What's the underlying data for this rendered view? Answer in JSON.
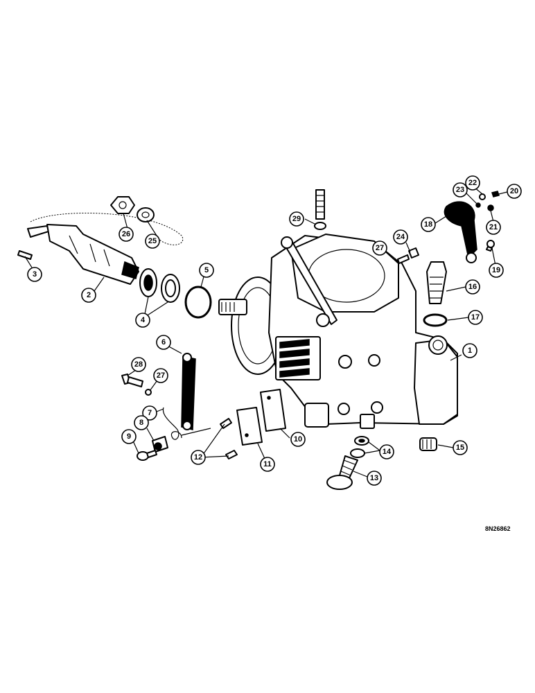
{
  "callouts": [
    "1",
    "2",
    "3",
    "4",
    "5",
    "6",
    "7",
    "8",
    "9",
    "10",
    "11",
    "12",
    "13",
    "14",
    "15",
    "16",
    "17",
    "18",
    "19",
    "20",
    "21",
    "22",
    "23",
    "24",
    "25",
    "26",
    "27",
    "27",
    "28",
    "29"
  ],
  "reference_code": "8N26862"
}
